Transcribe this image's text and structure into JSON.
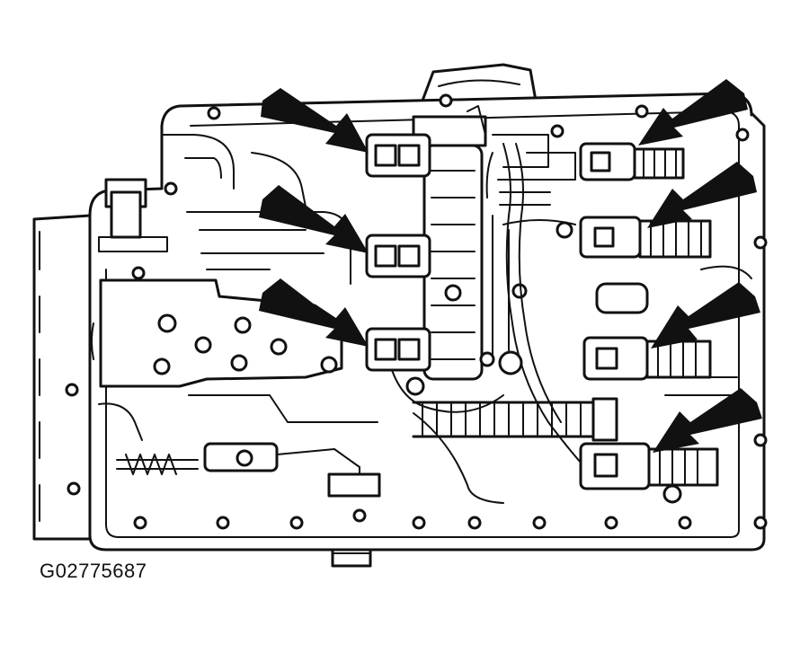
{
  "figure": {
    "id": "G02775687"
  },
  "colors": {
    "line": "#111111",
    "background": "#ffffff"
  },
  "callouts": [
    {
      "name": "arrow-solenoid-upper-left"
    },
    {
      "name": "arrow-solenoid-middle-left"
    },
    {
      "name": "arrow-solenoid-lower-left"
    },
    {
      "name": "arrow-solenoid-upper-right"
    },
    {
      "name": "arrow-solenoid-second-right"
    },
    {
      "name": "arrow-solenoid-third-right"
    },
    {
      "name": "arrow-solenoid-lower-right"
    }
  ]
}
